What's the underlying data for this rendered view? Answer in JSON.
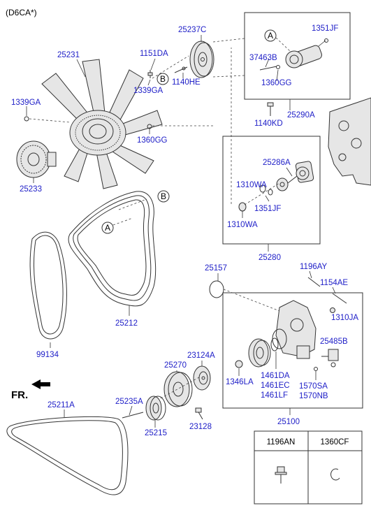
{
  "header": {
    "engine_code": "(D6CA*)"
  },
  "labels": {
    "l25237C": "25237C",
    "l1351JF_top": "1351JF",
    "l25231": "25231",
    "l1151DA": "1151DA",
    "l37463B": "37463B",
    "l1339GA_top": "1339GA",
    "l1140HE": "1140HE",
    "l1360GG_top": "1360GG",
    "l1339GA_left": "1339GA",
    "l1140KD": "1140KD",
    "l25290A": "25290A",
    "l1360GG_mid": "1360GG",
    "l25286A": "25286A",
    "l25233": "25233",
    "l1310WA_a": "1310WA",
    "l1351JF_mid": "1351JF",
    "l1310WA_b": "1310WA",
    "l25280": "25280",
    "l25157": "25157",
    "l1196AY": "1196AY",
    "l1154AE": "1154AE",
    "l1310JA": "1310JA",
    "l25212": "25212",
    "l25485B": "25485B",
    "l99134": "99134",
    "l23124A": "23124A",
    "l25270": "25270",
    "l1346LA": "1346LA",
    "l1461DA": "1461DA",
    "l1461EC": "1461EC",
    "l1461LF": "1461LF",
    "l1570SA": "1570SA",
    "l1570NB": "1570NB",
    "l25235A": "25235A",
    "l25211A": "25211A",
    "l25215": "25215",
    "l23128": "23128",
    "l25100": "25100"
  },
  "callouts": {
    "a1": "A",
    "a2": "A",
    "b1": "B",
    "b2": "B"
  },
  "direction": {
    "front": "FR."
  },
  "table": {
    "col1": "1196AN",
    "col2": "1360CF"
  }
}
